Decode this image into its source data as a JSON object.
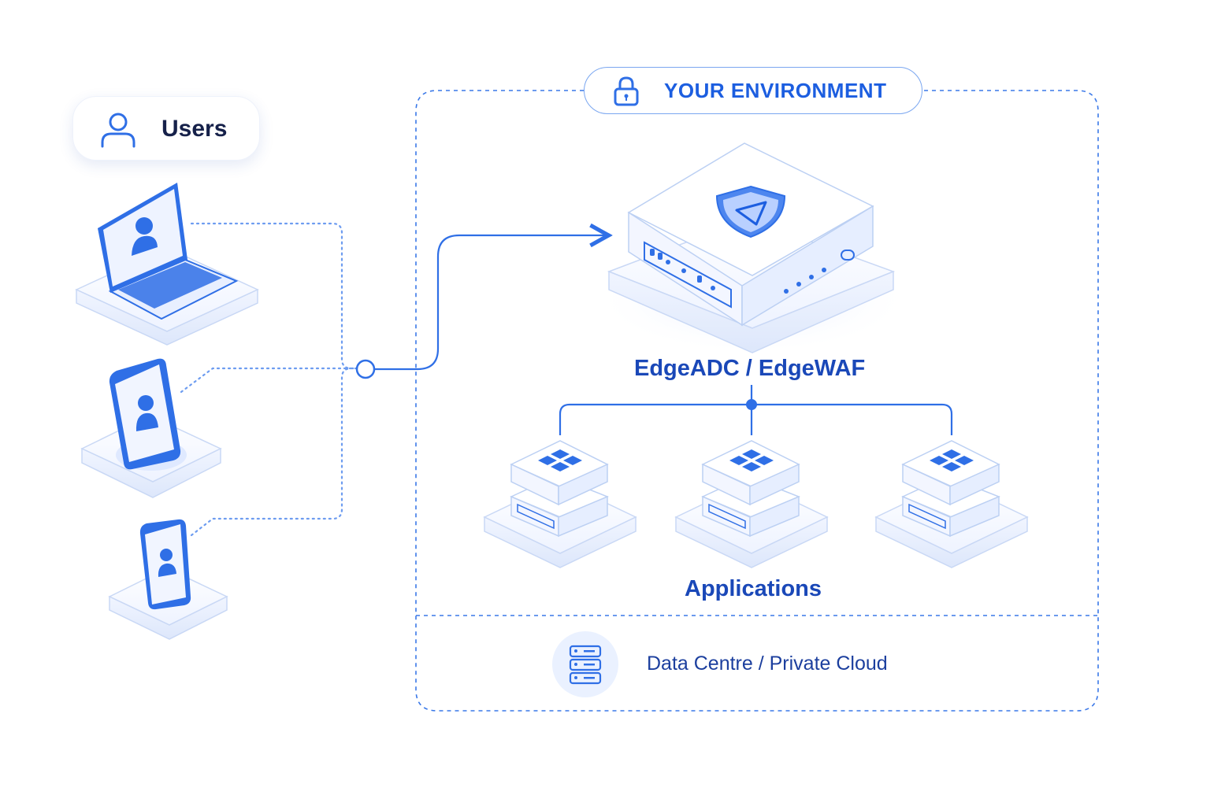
{
  "users": {
    "label": "Users",
    "icon": "user-icon"
  },
  "environment": {
    "label": "YOUR ENVIRONMENT",
    "icon": "lock-icon"
  },
  "gateway": {
    "label": "EdgeADC / EdgeWAF",
    "icon": "shield-icon"
  },
  "applications": {
    "label": "Applications",
    "count": 3,
    "icon": "windows-grid-icon"
  },
  "infrastructure": {
    "label": "Data Centre / Private Cloud",
    "icon": "server-rack-icon"
  },
  "devices": [
    {
      "type": "laptop",
      "icon": "user-icon"
    },
    {
      "type": "tablet",
      "icon": "user-icon"
    },
    {
      "type": "phone",
      "icon": "user-icon"
    }
  ],
  "colors": {
    "primary": "#1c5ee0",
    "dark": "#16214a",
    "light": "#e9f0ff",
    "line": "#2f6fe6"
  }
}
